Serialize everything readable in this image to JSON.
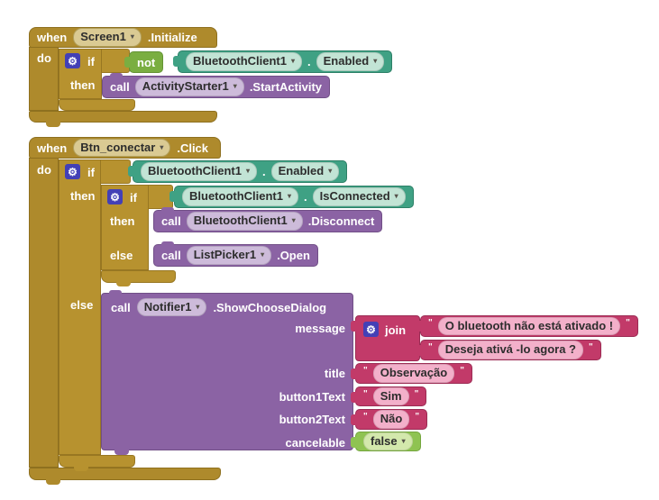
{
  "ui": {
    "gear": "⚙",
    "arrow": "▾",
    "quote": "\"",
    "dot": "."
  },
  "stack1": {
    "when": "when",
    "do": "do",
    "if": "if",
    "then": "then",
    "not": "not",
    "header": {
      "component": "Screen1",
      "event": ".Initialize"
    },
    "getter": {
      "component": "BluetoothClient1",
      "property": "Enabled"
    },
    "call": {
      "label": "call",
      "component": "ActivityStarter1",
      "method": ".StartActivity"
    }
  },
  "stack2": {
    "when": "when",
    "do": "do",
    "header": {
      "component": "Btn_conectar",
      "event": ".Click"
    },
    "outer_if": {
      "if": "if",
      "then": "then",
      "else": "else"
    },
    "outer_getter": {
      "component": "BluetoothClient1",
      "property": "Enabled"
    },
    "inner_if": {
      "if": "if",
      "then": "then",
      "else": "else"
    },
    "inner_getter": {
      "component": "BluetoothClient1",
      "property": "IsConnected"
    },
    "call_disconnect": {
      "label": "call",
      "component": "BluetoothClient1",
      "method": ".Disconnect"
    },
    "call_open": {
      "label": "call",
      "component": "ListPicker1",
      "method": ".Open"
    },
    "call_notifier": {
      "label": "call",
      "component": "Notifier1",
      "method": ".ShowChooseDialog"
    },
    "params": {
      "message": "message",
      "title": "title",
      "button1": "button1Text",
      "button2": "button2Text",
      "cancelable": "cancelable"
    },
    "join": "join",
    "strings": {
      "line1": "O bluetooth não está ativado !",
      "line2": "Deseja ativá -lo agora ?",
      "title": "Observação",
      "button1": "Sim",
      "button2": "Não"
    },
    "false_value": "false"
  }
}
